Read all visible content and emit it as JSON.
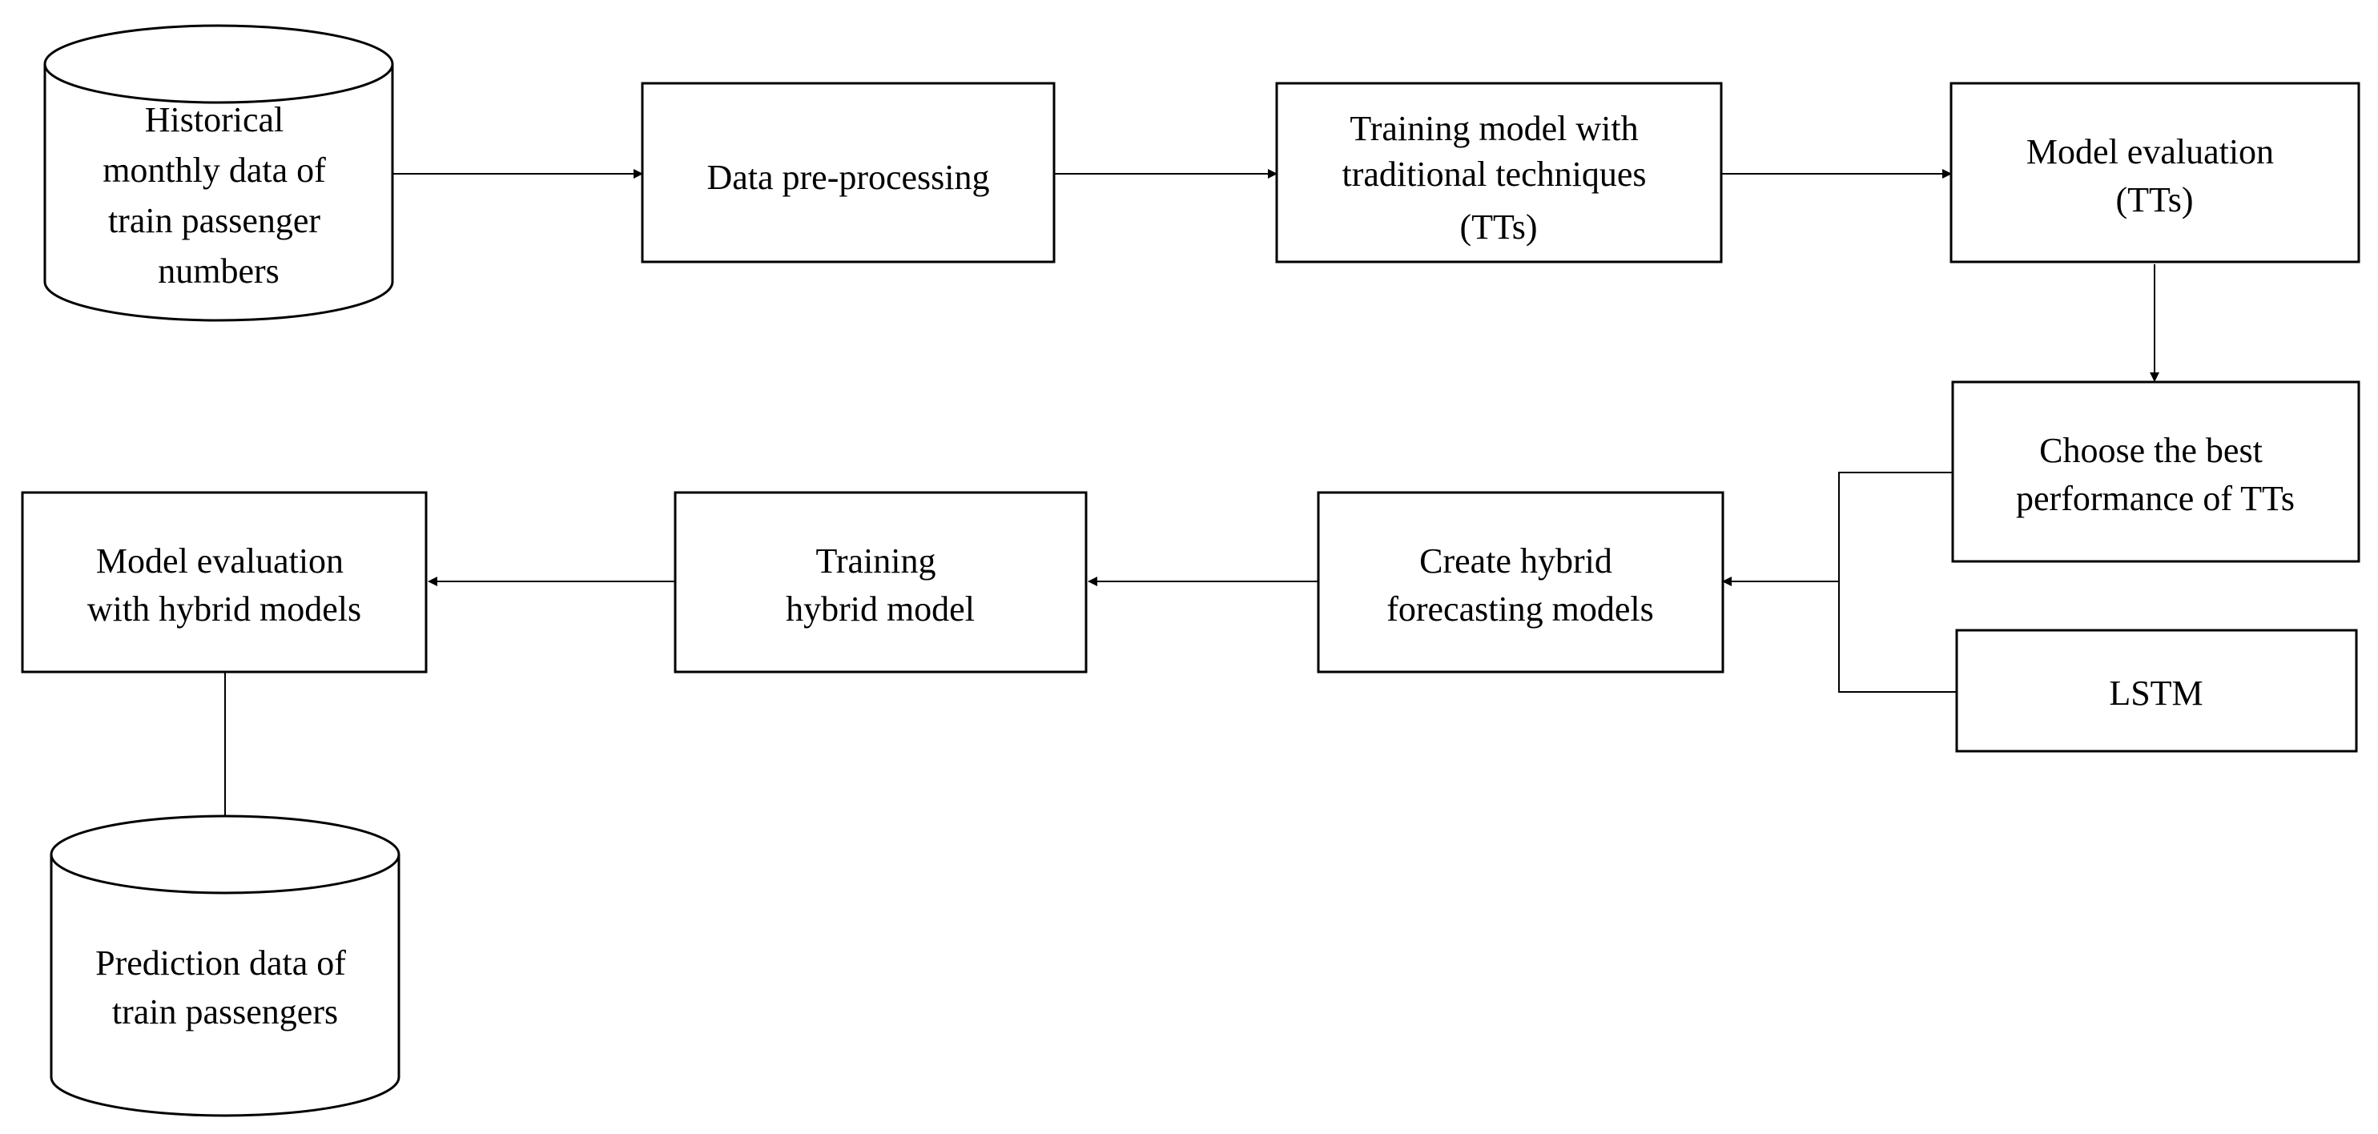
{
  "nodes": {
    "historical_data": {
      "shape": "cylinder",
      "lines": [
        "Historical",
        "monthly data of",
        "train passenger",
        "numbers"
      ]
    },
    "preprocessing": {
      "shape": "rectangle",
      "lines": [
        "Data pre-processing"
      ]
    },
    "training_tt": {
      "shape": "rectangle",
      "lines": [
        "Training model with",
        "traditional techniques",
        "(TTs)"
      ]
    },
    "eval_tt": {
      "shape": "rectangle",
      "lines": [
        "Model evaluation",
        "(TTs)"
      ]
    },
    "choose_best": {
      "shape": "rectangle",
      "lines": [
        "Choose the best",
        "performance of TTs"
      ]
    },
    "lstm": {
      "shape": "rectangle",
      "lines": [
        "LSTM"
      ]
    },
    "create_hybrid": {
      "shape": "rectangle",
      "lines": [
        "Create hybrid",
        "forecasting models"
      ]
    },
    "training_hybrid": {
      "shape": "rectangle",
      "lines": [
        "Training",
        "hybrid model"
      ]
    },
    "eval_hybrid": {
      "shape": "rectangle",
      "lines": [
        "Model evaluation",
        "with hybrid models"
      ]
    },
    "prediction": {
      "shape": "cylinder",
      "lines": [
        "Prediction data of",
        "train passengers"
      ]
    }
  },
  "edges": [
    {
      "from": "historical_data",
      "to": "preprocessing"
    },
    {
      "from": "preprocessing",
      "to": "training_tt"
    },
    {
      "from": "training_tt",
      "to": "eval_tt"
    },
    {
      "from": "eval_tt",
      "to": "choose_best"
    },
    {
      "from": "choose_best",
      "to": "create_hybrid"
    },
    {
      "from": "lstm",
      "to": "create_hybrid"
    },
    {
      "from": "create_hybrid",
      "to": "training_hybrid"
    },
    {
      "from": "training_hybrid",
      "to": "eval_hybrid"
    },
    {
      "from": "eval_hybrid",
      "to": "prediction"
    }
  ]
}
